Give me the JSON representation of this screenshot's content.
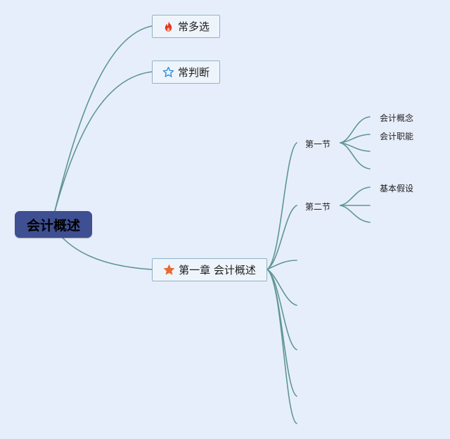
{
  "root": {
    "label": "会计概述"
  },
  "nodes": {
    "multi": {
      "label": "常多选",
      "icon": "fire-icon",
      "icon_color": "#e8341c"
    },
    "judge": {
      "label": "常判断",
      "icon": "star-outline-icon",
      "icon_color": "#2b8ee6"
    },
    "chapter": {
      "label": "第一章 会计概述",
      "icon": "star-filled-icon",
      "icon_color": "#e86a2e"
    }
  },
  "sections": {
    "first": {
      "label": "第一节",
      "topics": [
        "会计概念",
        "会计职能",
        "",
        ""
      ]
    },
    "second": {
      "label": "第二节",
      "topics": [
        "基本假设",
        "",
        ""
      ]
    }
  },
  "colors": {
    "background": "#e7eefb",
    "root_fill": "#3e4f92",
    "edge": "#5e9690",
    "box_border": "#8fb3c5",
    "box_fill": "#eef4fb"
  }
}
